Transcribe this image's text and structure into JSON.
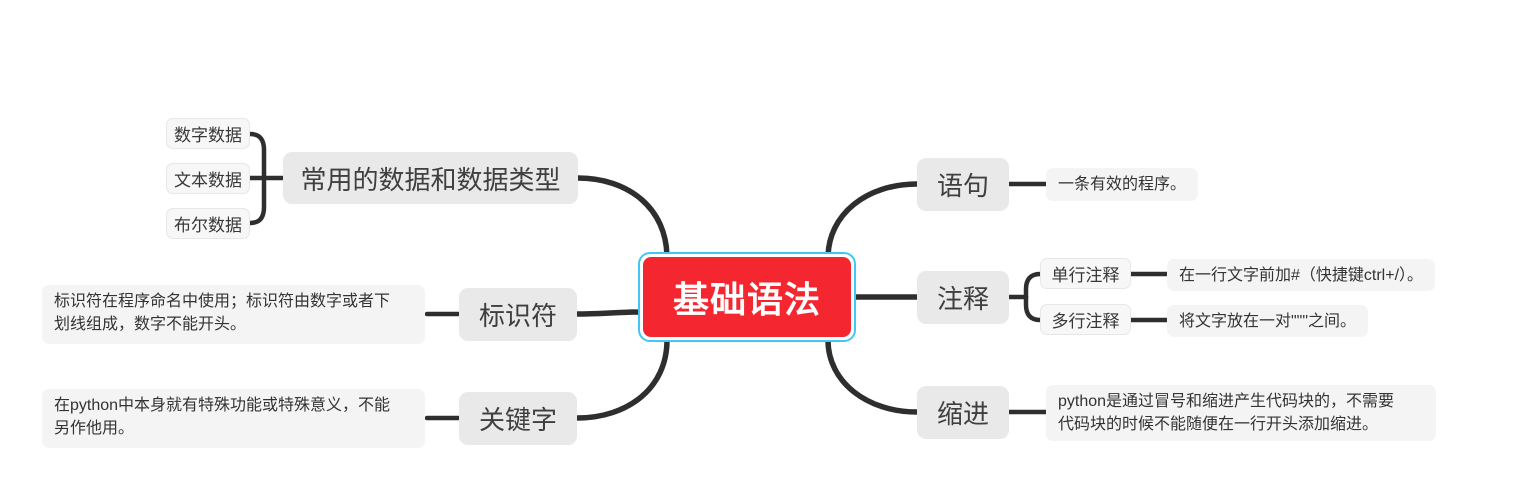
{
  "root": {
    "label": "基础语法"
  },
  "left_branches": [
    {
      "label": "常用的数据和数据类型",
      "children": [
        {
          "label": "数字数据"
        },
        {
          "label": "文本数据"
        },
        {
          "label": "布尔数据"
        }
      ]
    },
    {
      "label": "标识符",
      "note": "标识符在程序命名中使用；标识符由数字或者下\n划线组成，数字不能开头。"
    },
    {
      "label": "关键字",
      "note": "在python中本身就有特殊功能或特殊意义，不能\n另作他用。"
    }
  ],
  "right_branches": [
    {
      "label": "语句",
      "note": "一条有效的程序。"
    },
    {
      "label": "注释",
      "children": [
        {
          "label": "单行注释",
          "note": "在一行文字前加#（快捷键ctrl+/）。"
        },
        {
          "label": "多行注释",
          "note": "将文字放在一对\"\"\"之间。"
        }
      ]
    },
    {
      "label": "缩进",
      "note": "python是通过冒号和缩进产生代码块的，不需要\n代码块的时候不能随便在一行开头添加缩进。"
    }
  ],
  "colors": {
    "central_bg": "#f4262f",
    "selection_border": "#41c7f4",
    "branch_bg": "#e9e9e9",
    "note_bg": "#f4f4f4",
    "line": "#2e2e2e"
  }
}
